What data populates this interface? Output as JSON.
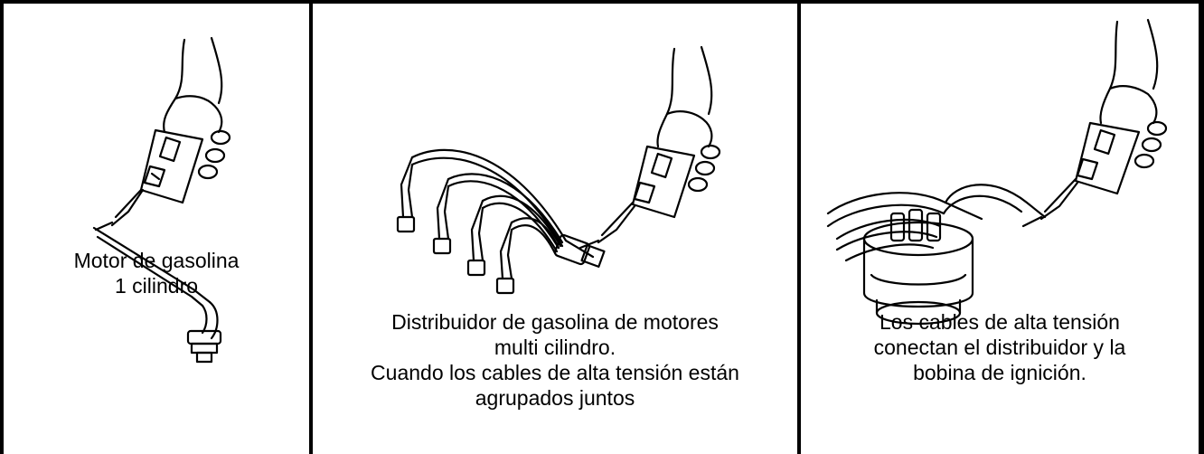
{
  "panels": [
    {
      "id": "single-cylinder",
      "caption": "Motor de gasolina\n1 cilindro"
    },
    {
      "id": "multi-cylinder",
      "caption": "Distribuidor de gasolina de motores\nmulti cilindro.\nCuando los cables de alta tensión están\nagrupados juntos"
    },
    {
      "id": "ignition-coil",
      "caption": "Los cables de alta tensión\nconectan el distribuidor y la\nbobina de ignición."
    }
  ]
}
